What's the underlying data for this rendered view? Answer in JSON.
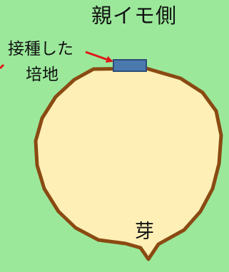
{
  "labels": {
    "parent_side": "親イモ側",
    "inoculated_line1": "接種した",
    "inoculated_line2": "培地",
    "bud": "芽"
  },
  "colors": {
    "background": "#9be89b",
    "tuber_fill": "#fdefb6",
    "tuber_outline": "#8a4a12",
    "medium_block": "#4a79ae",
    "medium_block_border": "#2c4e79",
    "arrow": "#e01818"
  }
}
